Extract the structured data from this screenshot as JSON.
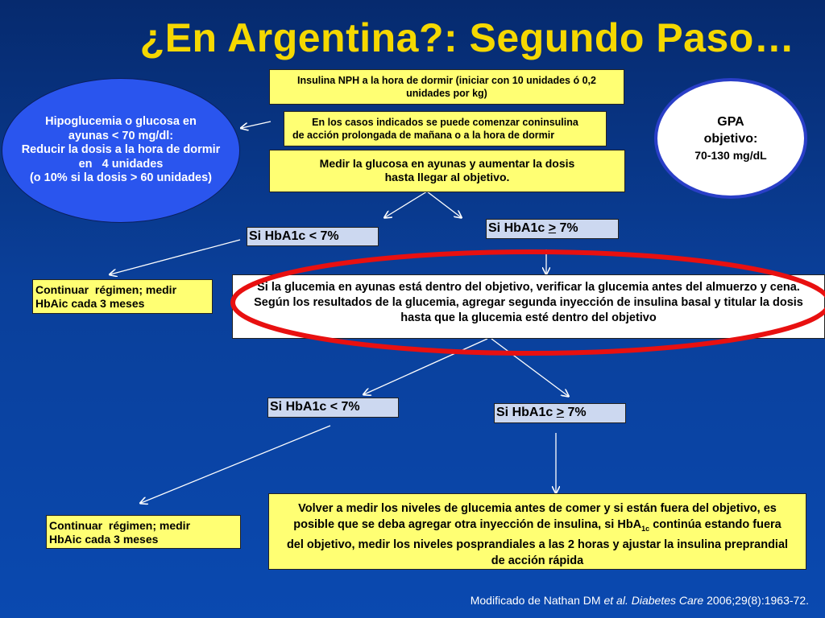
{
  "title": "¿En Argentina?: Segundo Paso…",
  "hypoglycemia": {
    "line1": "Hipoglucemia o glucosa en",
    "line2": "ayunas < 70 mg/dl:",
    "line3": "Reducir la dosis a la hora de dormir",
    "line4": "en   4 unidades",
    "line5": "(o 10% si la dosis > 60 unidades)"
  },
  "gpa": {
    "line1": "GPA",
    "line2": "objetivo:",
    "range": "70-130 mg/dL"
  },
  "nph_box": "Insulina NPH a la hora de dormir (iniciar con 10 unidades ó 0,2 unidades por kg)",
  "morning_box": {
    "line1": "En los casos indicados se puede comenzar coninsulina",
    "line2": "de acción prolongada de mañana o a la hora de dormir"
  },
  "measure_box": {
    "line1": "Medir la glucosa en ayunas y aumentar la dosis",
    "line2": "hasta llegar al objetivo."
  },
  "hba1c_labels": {
    "prefix": "Si HbA1c",
    "lt": "< 7%",
    "ge_symbol": ">",
    "ge_value": " 7%"
  },
  "continue_box": {
    "line1": "Continuar  régimen; medir",
    "line2": "HbAic cada 3 meses"
  },
  "second_injection_box": "Si la glucemia en ayunas está dentro del objetivo, verificar la glucemia antes del almuerzo y cena.  Según los resultados de la glucemia, agregar segunda inyección  de insulina basal y titular la dosis hasta que la glucemia esté dentro del objetivo",
  "final_box": {
    "part1": "Volver a medir los niveles de glucemia antes de comer y si están fuera del objetivo, es posible que se deba agregar otra inyección de insulina, si HbA",
    "sub": "1c",
    "part2": " continúa estando fuera del objetivo, medir los niveles posprandiales a las 2 horas y ajustar la insulina preprandial de acción rápida"
  },
  "footnote": {
    "prefix": "Modificado de Nathan DM ",
    "etal": "et al.",
    "journal": " Diabetes Care",
    "ref": " 2006;29(8):1963-72."
  },
  "colors": {
    "title": "#f5d800",
    "box_yellow": "#ffff73",
    "box_light_blue": "#ccd8f0",
    "ellipse_blue": "#2a55ee",
    "gpa_border": "#2a3fc8",
    "highlight_ring": "#e81010",
    "background": "#0a3f99"
  }
}
